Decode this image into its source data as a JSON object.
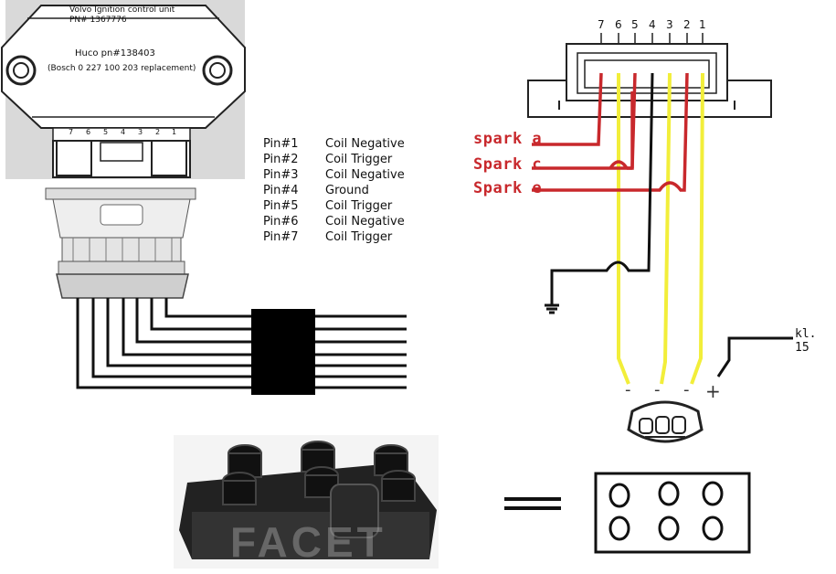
{
  "unit": {
    "title": "Volvo Ignition control unit",
    "pn": "PN# 1367776",
    "huco": "Huco pn#138403",
    "bosch": "(Bosch 0 227 100 203 replacement)",
    "pin_labels": [
      "7",
      "6",
      "5",
      "4",
      "3",
      "2",
      "1"
    ]
  },
  "pinout": [
    {
      "pin": "Pin#1",
      "func": "Coil Negative"
    },
    {
      "pin": "Pin#2",
      "func": "Coil Trigger"
    },
    {
      "pin": "Pin#3",
      "func": "Coil Negative"
    },
    {
      "pin": "Pin#4",
      "func": "Ground"
    },
    {
      "pin": "Pin#5",
      "func": "Coil Trigger"
    },
    {
      "pin": "Pin#6",
      "func": "Coil Negative"
    },
    {
      "pin": "Pin#7",
      "func": "Coil Trigger"
    }
  ],
  "connector": {
    "pin_numbers": [
      "7",
      "6",
      "5",
      "4",
      "3",
      "2",
      "1"
    ]
  },
  "wires": {
    "spark_a": "spark a",
    "spark_c": "Spark c",
    "spark_e": "Spark e",
    "kl15": "kl. 15"
  },
  "coil_terminals": [
    "-",
    "-",
    "-",
    "+"
  ],
  "watermark": "FACET",
  "colors": {
    "red_wire": "#c8282c",
    "yellow_wire": "#f2ee3a",
    "black_wire": "#111111",
    "unit_bg": "#d9d9d9"
  }
}
